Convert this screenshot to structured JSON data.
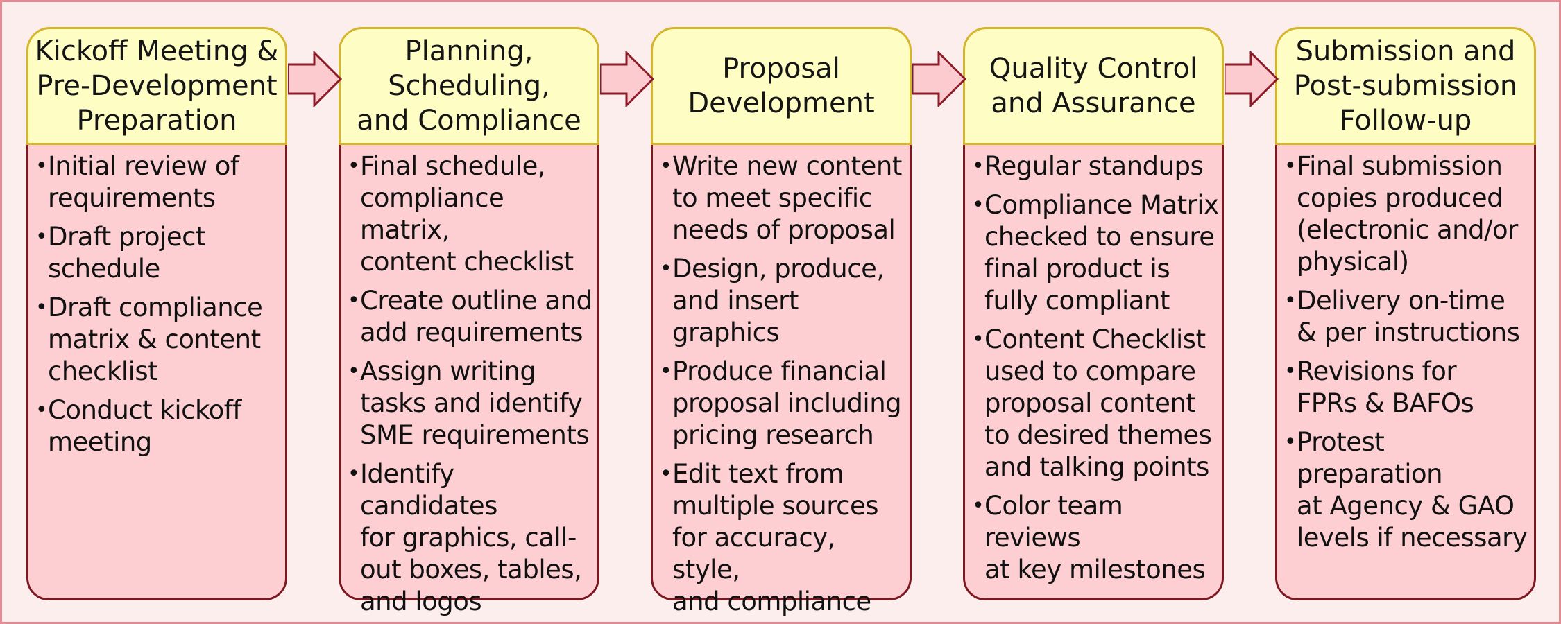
{
  "colors": {
    "background": "#fdeeee",
    "outer_border": "#e58a92",
    "header_fill": "#fefdc4",
    "header_border": "#d4b52b",
    "body_fill": "#fdcfd2",
    "body_border": "#7d1720",
    "arrow_fill": "#fbcbd0",
    "arrow_stroke": "#8c1b27"
  },
  "icons": {
    "bullet": "bullet-dot-icon",
    "connector": "right-arrow-icon"
  },
  "stages": [
    {
      "title_lines": [
        "Kickoff Meeting &",
        "Pre-Development",
        "Preparation"
      ],
      "items": [
        [
          "Initial review of",
          "requirements"
        ],
        [
          "Draft project",
          "schedule"
        ],
        [
          "Draft compliance",
          "matrix & content",
          "checklist"
        ],
        [
          "Conduct kickoff",
          "meeting"
        ]
      ]
    },
    {
      "title_lines": [
        "Planning,",
        "Scheduling,",
        "and Compliance"
      ],
      "items": [
        [
          "Final schedule,",
          "compliance matrix,",
          "content checklist"
        ],
        [
          "Create outline and",
          "add requirements"
        ],
        [
          "Assign writing",
          "tasks and identify",
          "SME requirements"
        ],
        [
          "Identify candidates",
          "for graphics, call-",
          "out boxes, tables,",
          "and logos"
        ]
      ]
    },
    {
      "title_lines": [
        "Proposal",
        "Development"
      ],
      "items": [
        [
          "Write new content",
          "to meet specific",
          "needs of proposal"
        ],
        [
          "Design, produce,",
          "and insert graphics"
        ],
        [
          "Produce financial",
          "proposal including",
          "pricing research"
        ],
        [
          "Edit text from",
          "multiple sources",
          "for accuracy, style,",
          "and compliance"
        ]
      ]
    },
    {
      "title_lines": [
        "Quality Control",
        "and Assurance"
      ],
      "items": [
        [
          "Regular standups"
        ],
        [
          "Compliance Matrix",
          "checked to ensure",
          "final product is",
          "fully compliant"
        ],
        [
          "Content Checklist",
          "used to compare",
          "proposal content",
          "to desired themes",
          "and talking points"
        ],
        [
          "Color team reviews",
          "at key milestones"
        ]
      ]
    },
    {
      "title_lines": [
        "Submission and",
        "Post-submission",
        "Follow-up"
      ],
      "items": [
        [
          "Final submission",
          "copies produced",
          "(electronic and/or",
          "physical)"
        ],
        [
          "Delivery on-time",
          "& per instructions"
        ],
        [
          "Revisions for",
          "FPRs & BAFOs"
        ],
        [
          "Protest preparation",
          "at Agency & GAO",
          "levels if necessary"
        ]
      ]
    }
  ]
}
